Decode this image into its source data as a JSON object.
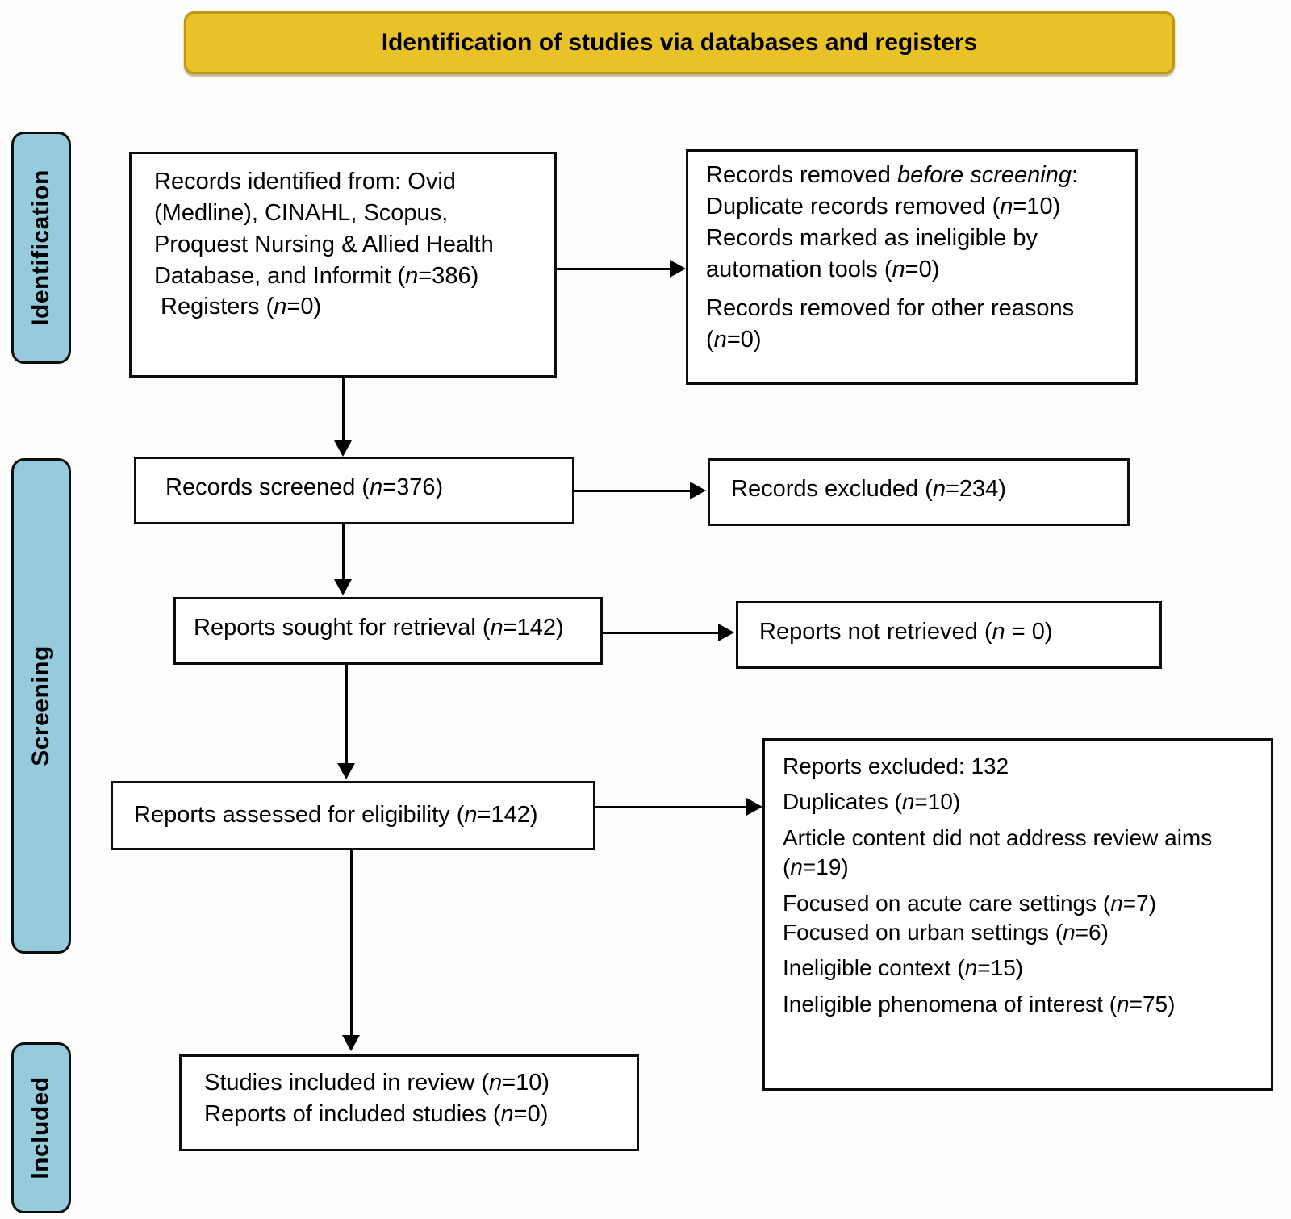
{
  "banner": {
    "label": "Identification of studies via databases and registers"
  },
  "stage_labels": [
    {
      "id": "identification",
      "label": "Identification"
    },
    {
      "id": "screening",
      "label": "Screening"
    },
    {
      "id": "included",
      "label": "Included"
    }
  ],
  "colors": {
    "banner_fill": "#e9c227",
    "banner_border": "#bd9717",
    "stage_fill": "#96cbdd"
  },
  "boxes": {
    "records_identified": {
      "paras": [
        [
          "Records identified from: Ovid",
          "(Medline), CINAHL, Scopus,",
          "Proquest Nursing & Allied Health",
          "Database, and Informit (*n*=386)",
          " Registers (*n*=0)"
        ]
      ]
    },
    "records_removed": {
      "paras": [
        [
          "Records removed *before screening*:",
          "Duplicate records removed (*n*=10)",
          "Records marked as ineligible by",
          "automation tools (*n*=0)"
        ],
        [
          "Records removed for other reasons",
          "(*n*=0)"
        ]
      ]
    },
    "records_screened": {
      "paras": [
        [
          "Records screened (*n*=376)"
        ]
      ]
    },
    "records_excluded": {
      "paras": [
        [
          "Records excluded (*n*=234)"
        ]
      ]
    },
    "reports_sought": {
      "paras": [
        [
          "Reports sought for retrieval (*n*=142)"
        ]
      ]
    },
    "reports_not_retrieved": {
      "paras": [
        [
          "Reports not retrieved (*n* = 0)"
        ]
      ]
    },
    "reports_assessed": {
      "paras": [
        [
          "Reports assessed for eligibility (*n*=142)"
        ]
      ]
    },
    "reports_excluded": {
      "paras": [
        [
          "Reports excluded: 132"
        ],
        [
          "Duplicates (*n*=10)"
        ],
        [
          "Article content did not address review aims",
          "(*n*=19)"
        ],
        [
          "Focused on acute care settings (*n*=7)",
          "Focused on urban settings (*n*=6)"
        ],
        [
          "Ineligible context (*n*=15)"
        ],
        [
          "Ineligible phenomena of interest (*n*=75)"
        ]
      ]
    },
    "studies_included": {
      "paras": [
        [
          "Studies included in review (*n*=10)",
          "Reports of included studies (*n*=0)"
        ]
      ]
    }
  }
}
